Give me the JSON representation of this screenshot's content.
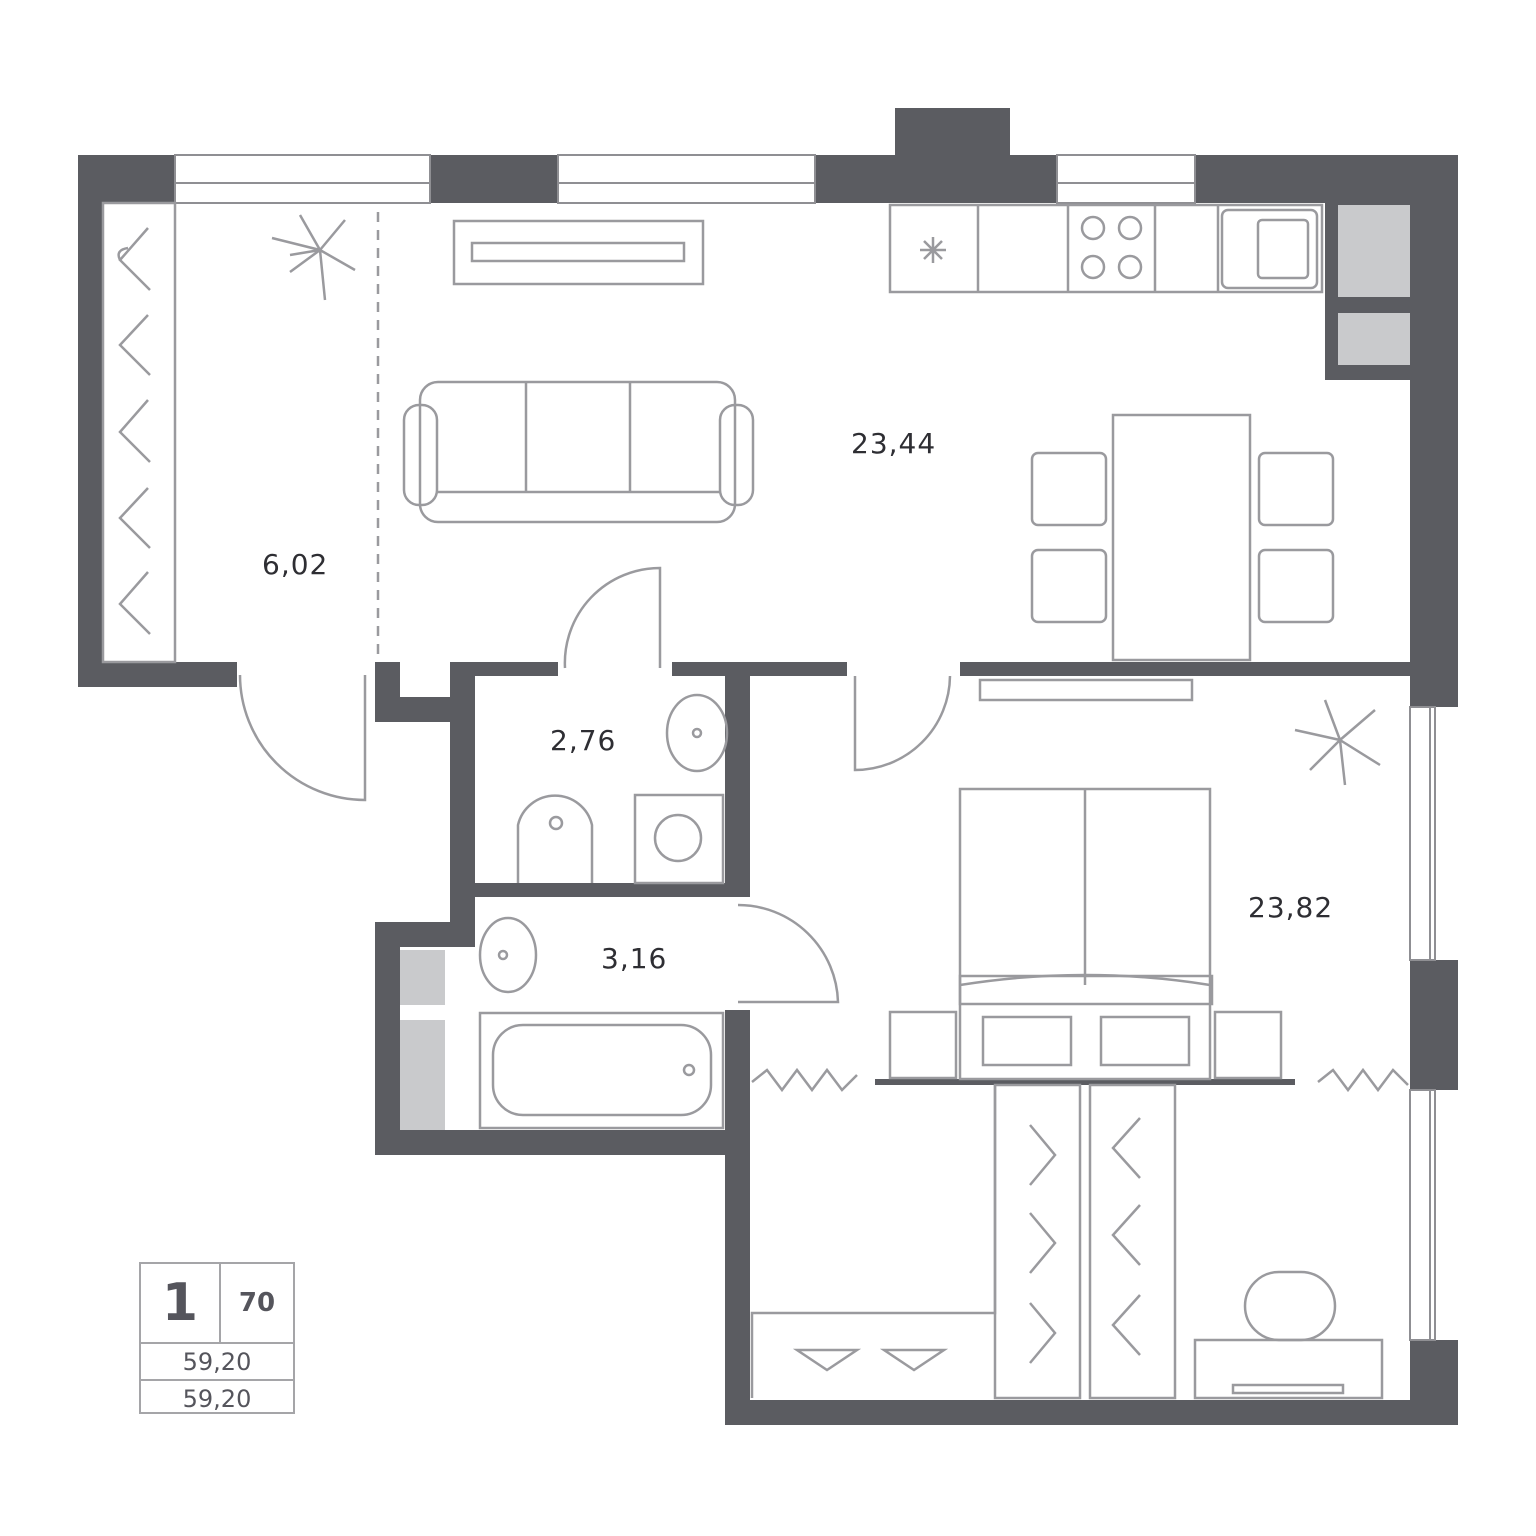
{
  "plan": {
    "rooms": [
      {
        "name": "wardrobe-hall",
        "area": "6,02"
      },
      {
        "name": "living-kitchen",
        "area": "23,44"
      },
      {
        "name": "toilet",
        "area": "2,76"
      },
      {
        "name": "bathroom",
        "area": "3,16"
      },
      {
        "name": "bedroom",
        "area": "23,82"
      }
    ],
    "colors": {
      "wall": "#5b5c61",
      "line": "#9a9a9e",
      "shaft": "#c9cacc"
    }
  },
  "legend": {
    "rooms": "1",
    "number": "70",
    "total_area": "59,20",
    "living_area": "59,20"
  }
}
